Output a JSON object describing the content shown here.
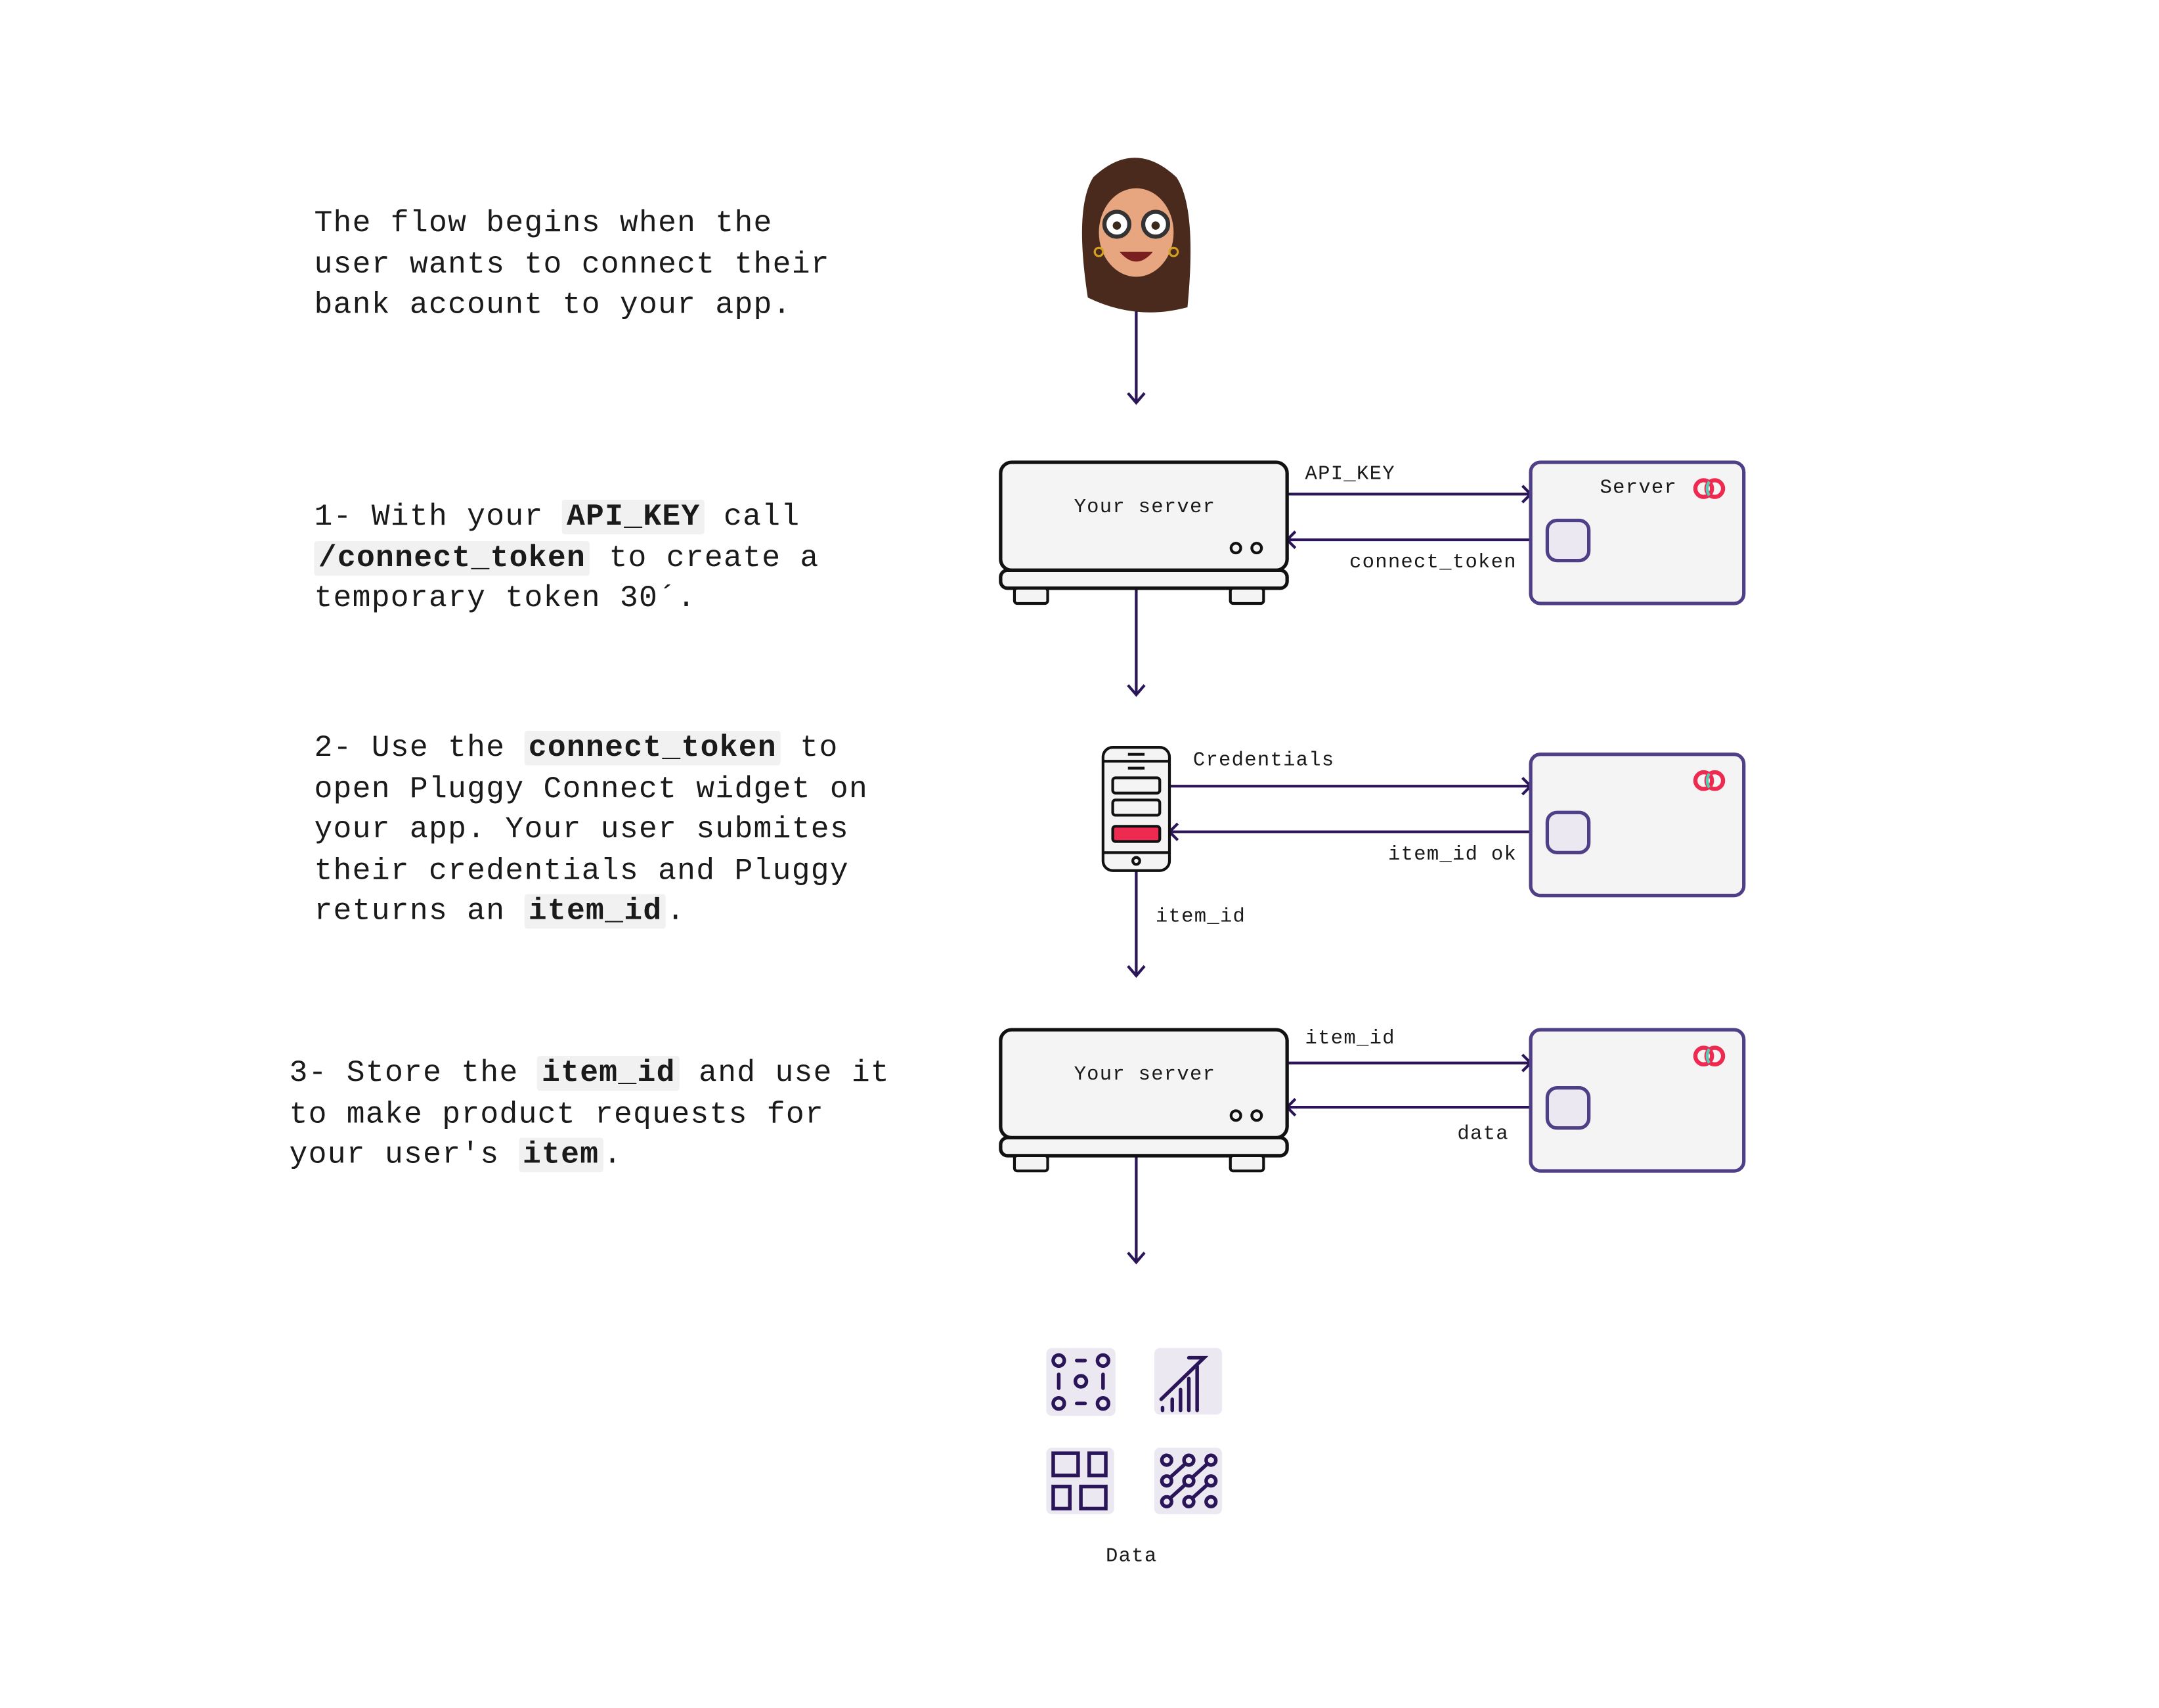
{
  "intro": {
    "l1": "The flow begins when the",
    "l2": "user wants to connect their",
    "l3": "bank account to your app."
  },
  "step1": {
    "a": "1- With your ",
    "b": "API_KEY",
    "c": " call",
    "d": "/connect_token",
    "e": " to create a",
    "f": "temporary token 30´."
  },
  "step2": {
    "a": "2- Use the ",
    "b": "connect_token",
    "c": " to",
    "d": "open Pluggy Connect widget on",
    "e": "your app. Your user submites",
    "f": "their credentials and Pluggy",
    "g": "returns an ",
    "h": "item_id",
    "i": "."
  },
  "step3": {
    "a": "3- Store the ",
    "b": "item_id",
    "c": " and use it",
    "d": "to make product requests for",
    "e": "your user's ",
    "f": "item",
    "g": "."
  },
  "diagram": {
    "your_server_1": "Your server",
    "api_key": "API_KEY",
    "connect_token": "connect_token",
    "server": "Server",
    "credentials": "Credentials",
    "item_id_ok": "item_id ok",
    "item_id_down": "item_id",
    "your_server_2": "Your server",
    "item_id_req": "item_id",
    "data_resp": "data",
    "data_label": "Data"
  },
  "colors": {
    "arrow": "#2a1558",
    "pluggy_border": "#4f3f86",
    "pluggy_red": "#ef2a50",
    "icon_bg": "#ebe8f2",
    "box_bg": "#f4f4f4"
  }
}
